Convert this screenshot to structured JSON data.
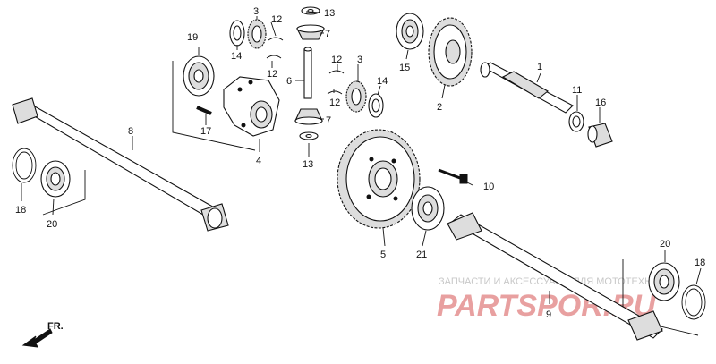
{
  "diagram": {
    "part_labels": {
      "p1": "1",
      "p2": "2",
      "p3a": "3",
      "p3b": "3",
      "p4": "4",
      "p5": "5",
      "p6": "6",
      "p7a": "7",
      "p7b": "7",
      "p8": "8",
      "p9": "9",
      "p10": "10",
      "p11": "11",
      "p12a": "12",
      "p12b": "12",
      "p12c": "12",
      "p12d": "12",
      "p13a": "13",
      "p13b": "13",
      "p14a": "14",
      "p14b": "14",
      "p15": "15",
      "p16": "16",
      "p17": "17",
      "p18a": "18",
      "p18b": "18",
      "p19": "19",
      "p20a": "20",
      "p20b": "20",
      "p21": "21"
    },
    "direction_label": "FR.",
    "watermark": {
      "subtitle": "ЗАПЧАСТИ И АКСЕССУАРЫ ДЛЯ МОТОТЕХНИКИ",
      "logo": "PARTSPOR.RU",
      "logo_color": "#e8a0a0"
    }
  }
}
